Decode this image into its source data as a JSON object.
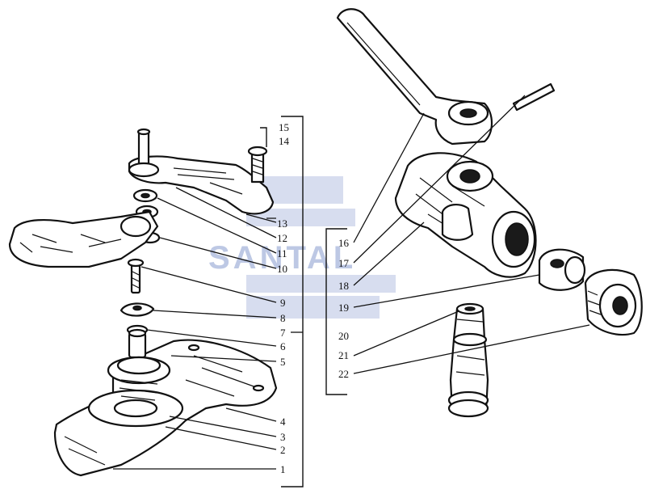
{
  "watermark": {
    "text": "SANTAL",
    "color": "#6e86c4"
  },
  "callouts": [
    {
      "id": "c15",
      "label": "15"
    },
    {
      "id": "c14",
      "label": "14"
    },
    {
      "id": "c13",
      "label": "13"
    },
    {
      "id": "c12",
      "label": "12"
    },
    {
      "id": "c11",
      "label": "11"
    },
    {
      "id": "c10",
      "label": "10"
    },
    {
      "id": "c9",
      "label": "9"
    },
    {
      "id": "c8",
      "label": "8"
    },
    {
      "id": "c7",
      "label": "7"
    },
    {
      "id": "c6",
      "label": "6"
    },
    {
      "id": "c5",
      "label": "5"
    },
    {
      "id": "c4",
      "label": "4"
    },
    {
      "id": "c3",
      "label": "3"
    },
    {
      "id": "c2",
      "label": "2"
    },
    {
      "id": "c1",
      "label": "1"
    },
    {
      "id": "c16",
      "label": "16"
    },
    {
      "id": "c17",
      "label": "17"
    },
    {
      "id": "c18",
      "label": "18"
    },
    {
      "id": "c19",
      "label": "19"
    },
    {
      "id": "c20",
      "label": "20"
    },
    {
      "id": "c21",
      "label": "21"
    },
    {
      "id": "c22",
      "label": "22"
    }
  ]
}
